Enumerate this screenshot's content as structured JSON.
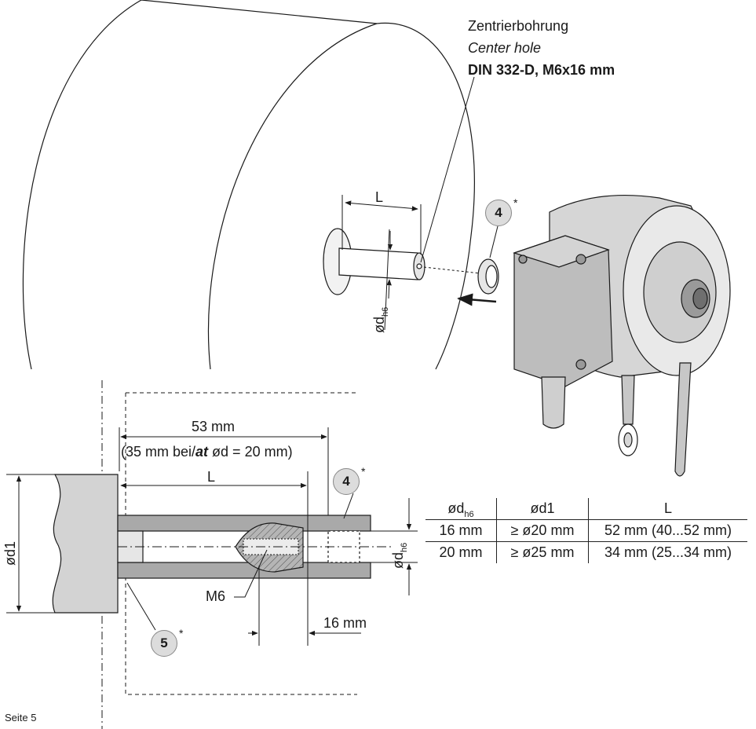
{
  "center_hole": {
    "line1": "Zentrierbohrung",
    "line2": "Center hole",
    "line3": "DIN 332-D, M6x16 mm"
  },
  "upper": {
    "length_label": "L",
    "dia_label": "ød",
    "dia_sub": "h6",
    "part4": "4",
    "part4_star": "*"
  },
  "section": {
    "dim_53": "53 mm",
    "dim_35": "(35 mm bei/",
    "dim_35_at": "at",
    "dim_35_rest": " ød = 20 mm)",
    "dim_L": "L",
    "dim_d1": "ød1",
    "dim_dh6": "ød",
    "dim_dh6_sub": "h6",
    "thread": "M6",
    "dim_16": "16 mm",
    "part4": "4",
    "part4_star": "*",
    "part5": "5",
    "part5_star": "*"
  },
  "table": {
    "headers": [
      "ød",
      "ød1",
      "L"
    ],
    "header0_sub": "h6",
    "rows": [
      [
        "16 mm",
        "≥ ø20 mm",
        "52 mm (40...52 mm)"
      ],
      [
        "20 mm",
        "≥ ø25 mm",
        "34 mm (25...34 mm)"
      ]
    ]
  },
  "footer": "Seite 5",
  "colors": {
    "ink": "#1a1a1a",
    "grey_fill": "#b5b5b5",
    "light_grey": "#e6e6e6",
    "badge": "#dcdcdc"
  }
}
